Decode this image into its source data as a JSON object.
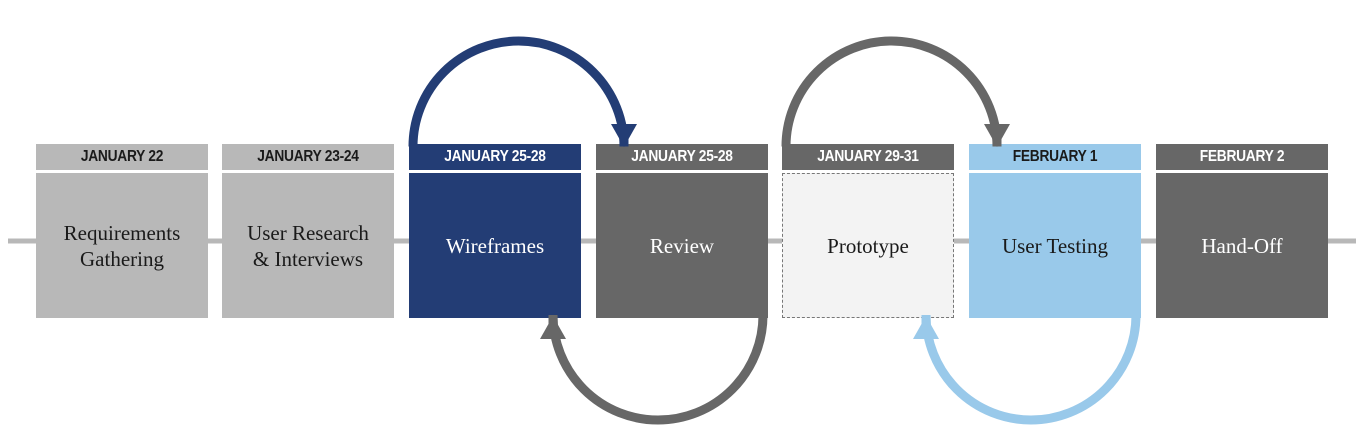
{
  "colors": {
    "light_gray": "#b8b8b8",
    "dark_gray": "#676767",
    "navy": "#233d75",
    "light_blue": "#99c9ea",
    "pale": "#f3f3f3",
    "timeline": "#b8b8b8"
  },
  "stages": [
    {
      "id": "requirements",
      "date": "JANUARY 22",
      "lines": [
        "Requirements",
        "Gathering"
      ],
      "fill": "light_gray",
      "header_fill": "light_gray",
      "text_color": "#1a1a1a",
      "header_text": "#1a1a1a",
      "dashed": false
    },
    {
      "id": "user-research",
      "date": "JANUARY 23-24",
      "lines": [
        "User Research",
        "& Interviews"
      ],
      "fill": "light_gray",
      "header_fill": "light_gray",
      "text_color": "#1a1a1a",
      "header_text": "#1a1a1a",
      "dashed": false
    },
    {
      "id": "wireframes",
      "date": "JANUARY 25-28",
      "lines": [
        "Wireframes"
      ],
      "fill": "navy",
      "header_fill": "navy",
      "text_color": "#ffffff",
      "header_text": "#ffffff",
      "dashed": false
    },
    {
      "id": "review",
      "date": "JANUARY 25-28",
      "lines": [
        "Review"
      ],
      "fill": "dark_gray",
      "header_fill": "dark_gray",
      "text_color": "#ffffff",
      "header_text": "#ffffff",
      "dashed": false
    },
    {
      "id": "prototype",
      "date": "JANUARY 29-31",
      "lines": [
        "Prototype"
      ],
      "fill": "pale",
      "header_fill": "dark_gray",
      "text_color": "#1a1a1a",
      "header_text": "#ffffff",
      "dashed": true
    },
    {
      "id": "user-testing",
      "date": "FEBRUARY 1",
      "lines": [
        "User Testing"
      ],
      "fill": "light_blue",
      "header_fill": "light_blue",
      "text_color": "#1a1a1a",
      "header_text": "#1a1a1a",
      "dashed": false
    },
    {
      "id": "hand-off",
      "date": "FEBRUARY 2",
      "lines": [
        "Hand-Off"
      ],
      "fill": "dark_gray",
      "header_fill": "dark_gray",
      "text_color": "#ffffff",
      "header_text": "#ffffff",
      "dashed": false
    }
  ],
  "loops": [
    {
      "id": "wireframes-to-review",
      "from": "wireframes",
      "to": "review",
      "side": "top",
      "color": "navy"
    },
    {
      "id": "review-to-wireframes",
      "from": "review",
      "to": "wireframes",
      "side": "bottom",
      "color": "dark_gray"
    },
    {
      "id": "prototype-to-user-testing",
      "from": "prototype",
      "to": "user-testing",
      "side": "top",
      "color": "dark_gray"
    },
    {
      "id": "user-testing-to-prototype",
      "from": "user-testing",
      "to": "prototype",
      "side": "bottom",
      "color": "light_blue"
    }
  ]
}
